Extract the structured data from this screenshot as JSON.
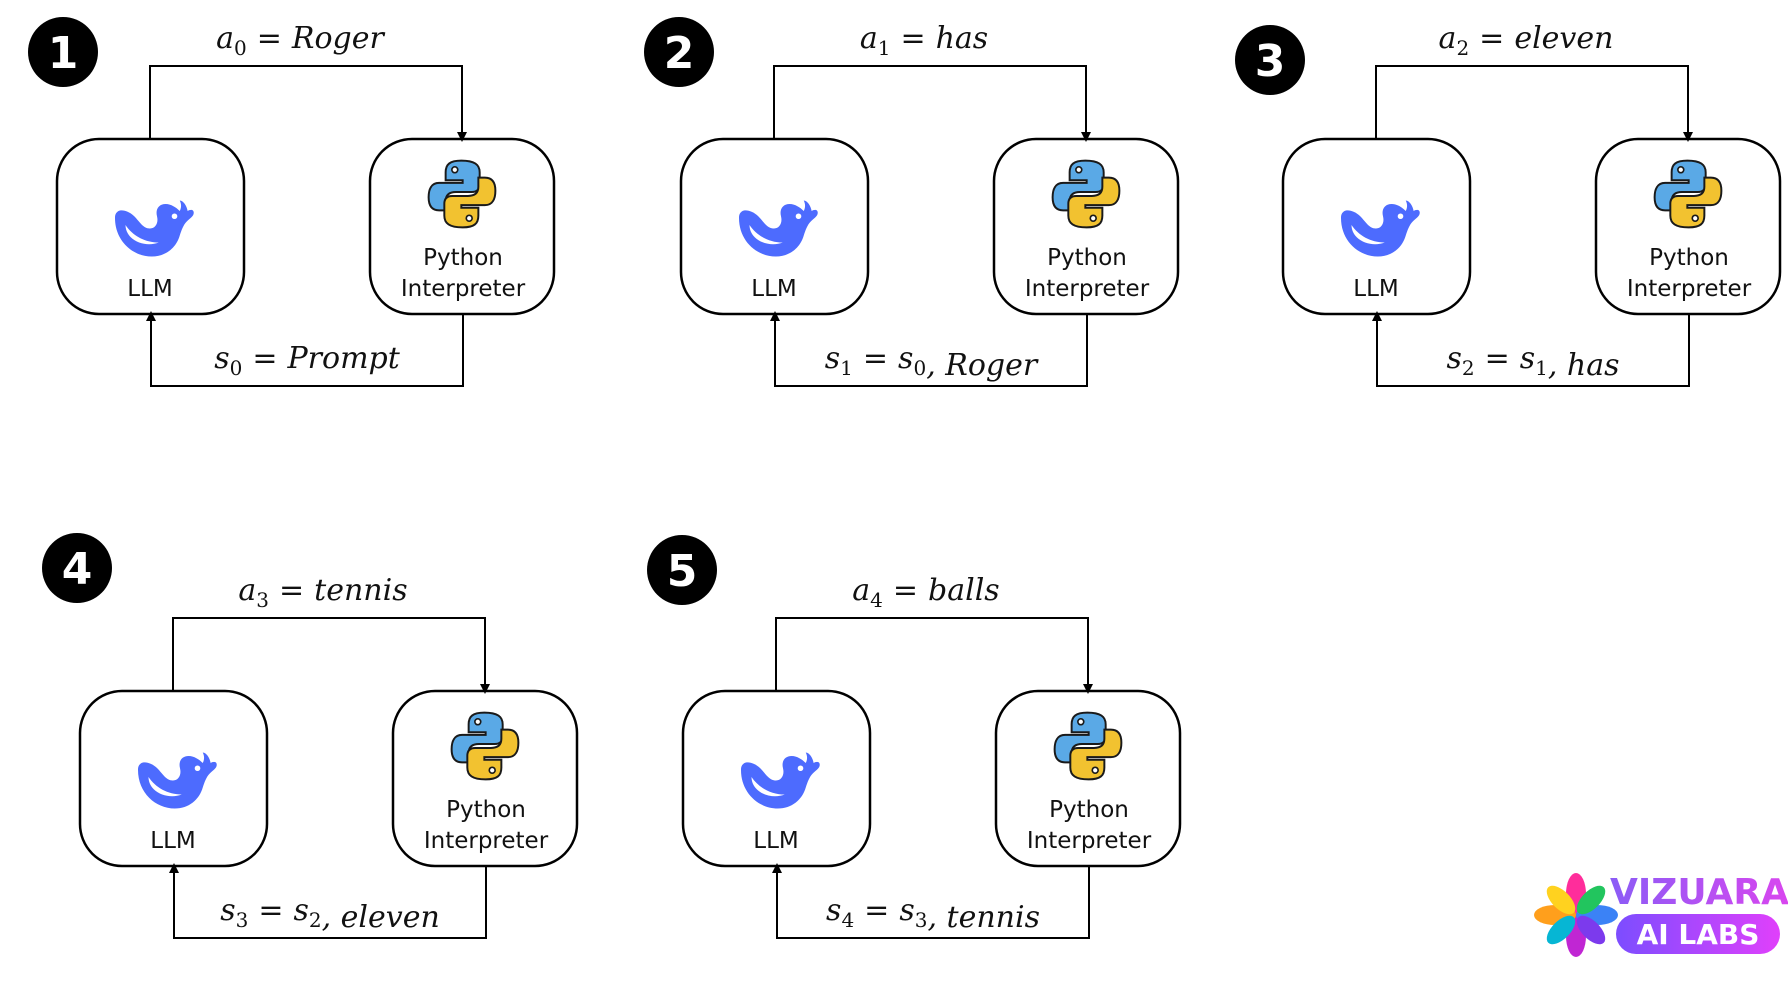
{
  "colors": {
    "whale": "#4d6bfe",
    "python_blue": "#5aa9e6",
    "python_yellow": "#f2c230",
    "badge": "#000000",
    "brand_purple": "#8b5cf6",
    "brand_pink": "#d946ef"
  },
  "icons": {
    "llm": "deepseek-whale-icon",
    "interpreter": "python-logo-icon",
    "brand": "pinwheel-logo-icon"
  },
  "panels": [
    {
      "step": "1",
      "llm_label": "LLM",
      "interp_label_line1": "Python",
      "interp_label_line2": "Interpreter",
      "action": {
        "var": "a",
        "sub": "0",
        "eq": "=",
        "rhs": [
          {
            "text": "Roger"
          }
        ]
      },
      "state": {
        "var": "s",
        "sub": "0",
        "eq": "=",
        "rhs": [
          {
            "text": "Prompt"
          }
        ]
      }
    },
    {
      "step": "2",
      "llm_label": "LLM",
      "interp_label_line1": "Python",
      "interp_label_line2": "Interpreter",
      "action": {
        "var": "a",
        "sub": "1",
        "eq": "=",
        "rhs": [
          {
            "text": "has"
          }
        ]
      },
      "state": {
        "var": "s",
        "sub": "1",
        "eq": "=",
        "rhs": [
          {
            "text": "s",
            "sub": "0"
          },
          {
            "text": ", Roger"
          }
        ]
      }
    },
    {
      "step": "3",
      "llm_label": "LLM",
      "interp_label_line1": "Python",
      "interp_label_line2": "Interpreter",
      "action": {
        "var": "a",
        "sub": "2",
        "eq": "=",
        "rhs": [
          {
            "text": "eleven"
          }
        ]
      },
      "state": {
        "var": "s",
        "sub": "2",
        "eq": "=",
        "rhs": [
          {
            "text": "s",
            "sub": "1"
          },
          {
            "text": ", has"
          }
        ]
      }
    },
    {
      "step": "4",
      "llm_label": "LLM",
      "interp_label_line1": "Python",
      "interp_label_line2": "Interpreter",
      "action": {
        "var": "a",
        "sub": "3",
        "eq": "=",
        "rhs": [
          {
            "text": "tennis"
          }
        ]
      },
      "state": {
        "var": "s",
        "sub": "3",
        "eq": "=",
        "rhs": [
          {
            "text": "s",
            "sub": "2"
          },
          {
            "text": ", eleven"
          }
        ]
      }
    },
    {
      "step": "5",
      "llm_label": "LLM",
      "interp_label_line1": "Python",
      "interp_label_line2": "Interpreter",
      "action": {
        "var": "a",
        "sub": "4",
        "eq": "=",
        "rhs": [
          {
            "text": "balls"
          }
        ]
      },
      "state": {
        "var": "s",
        "sub": "4",
        "eq": "=",
        "rhs": [
          {
            "text": "s",
            "sub": "3"
          },
          {
            "text": ", tennis"
          }
        ]
      }
    }
  ],
  "brand": {
    "line1": "VIZUARA",
    "line2": "AI LABS"
  }
}
